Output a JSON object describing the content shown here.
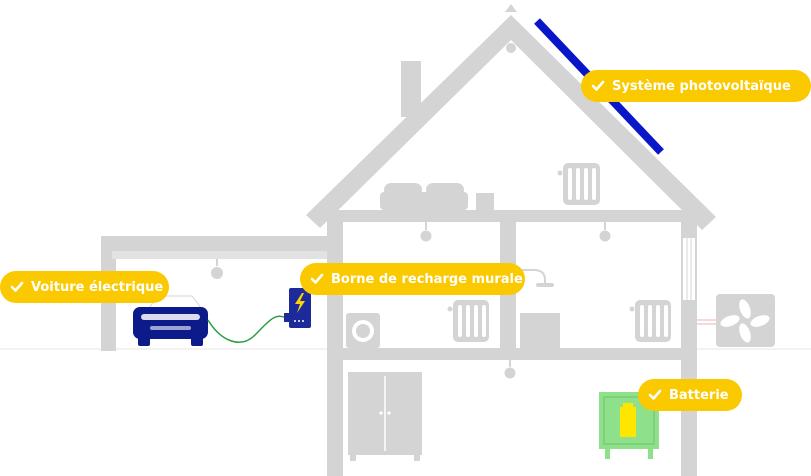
{
  "labels": {
    "solar": "Système photovoltaïque",
    "car": "Voiture électrique",
    "charger": "Borne de recharge murale",
    "battery": "Batterie"
  },
  "colors": {
    "wall": "#d4d4d4",
    "label_bg": "#fbc900",
    "label_text": "#ffffff",
    "solar_panel": "#0a17c8",
    "car": "#0c1a8a",
    "charger": "#1c2a9c",
    "battery": "#8ee08a",
    "battery_cell": "#ffe600",
    "cable": "#2e9e43"
  },
  "icons": {
    "label_check": "check-icon",
    "charger_symbol": "lightning-icon",
    "heat_pump": "fan-icon"
  }
}
